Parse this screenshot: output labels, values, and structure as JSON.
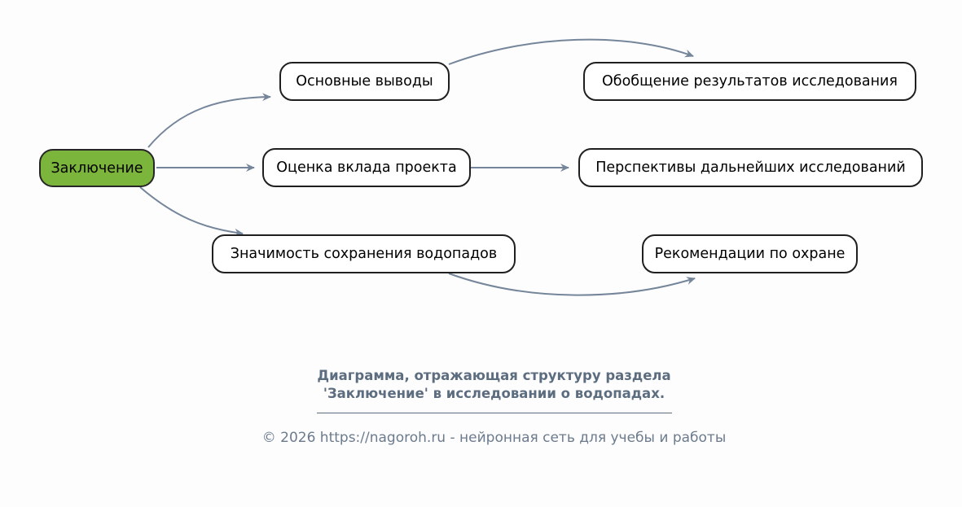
{
  "colors": {
    "background": "#FDFDFE",
    "root_fill": "#7CB53B",
    "node_fill": "#FFFFFF",
    "node_border": "#1F1F1F",
    "arrow": "#75859A",
    "caption_text": "#5D6D80",
    "footer_text": "#6B7B8D"
  },
  "diagram": {
    "root": {
      "label": "Заключение"
    },
    "nodes": [
      {
        "label": "Основные выводы"
      },
      {
        "label": "Оценка вклада проекта"
      },
      {
        "label": "Значимость сохранения водопадов"
      },
      {
        "label": "Обобщение результатов исследования"
      },
      {
        "label": "Перспективы дальнейших исследований"
      },
      {
        "label": "Рекомендации по охране"
      }
    ],
    "edges": [
      {
        "from": "Заключение",
        "to": "Основные выводы"
      },
      {
        "from": "Заключение",
        "to": "Оценка вклада проекта"
      },
      {
        "from": "Заключение",
        "to": "Значимость сохранения водопадов"
      },
      {
        "from": "Основные выводы",
        "to": "Обобщение результатов исследования"
      },
      {
        "from": "Оценка вклада проекта",
        "to": "Перспективы дальнейших исследований"
      },
      {
        "from": "Значимость сохранения водопадов",
        "to": "Рекомендации по охране"
      }
    ]
  },
  "caption": {
    "line1": "Диаграмма, отражающая структуру раздела",
    "line2": "'Заключение' в исследовании о водопадах."
  },
  "footer": {
    "copyright": "© 2026 https://nagoroh.ru - нейронная сеть для учебы и работы"
  }
}
